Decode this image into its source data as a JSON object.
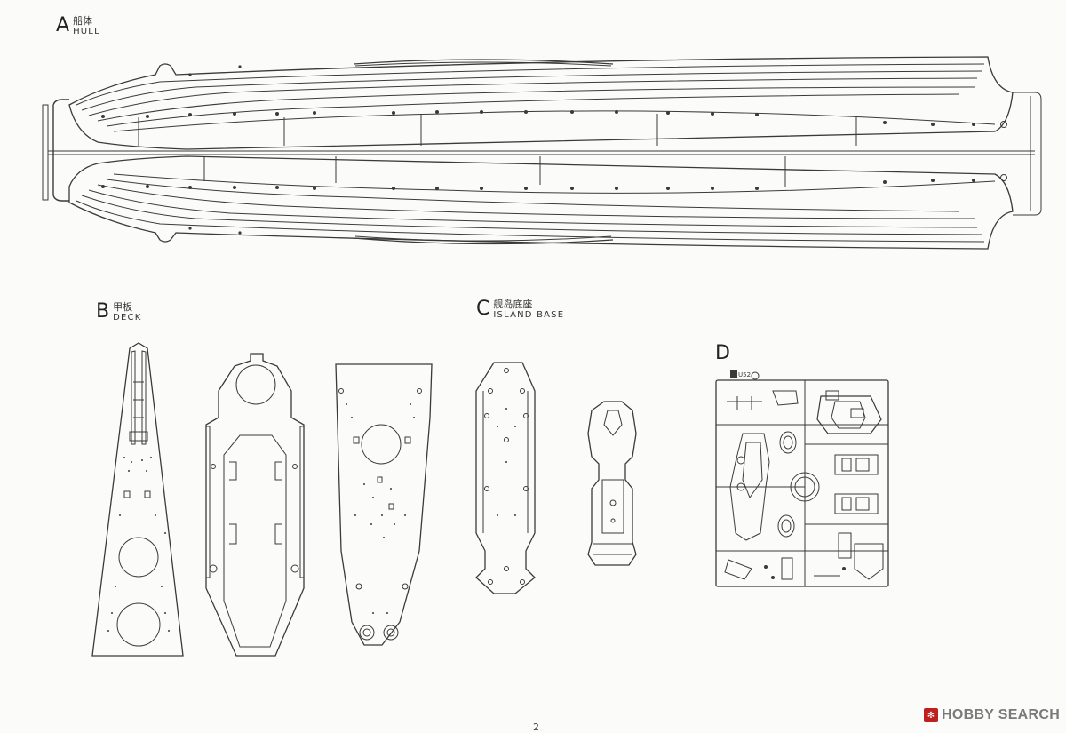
{
  "sections": {
    "hull": {
      "letter": "A",
      "name_cn": "船体",
      "name_en": "HULL"
    },
    "deck": {
      "letter": "B",
      "name_cn": "甲板",
      "name_en": "DECK"
    },
    "island": {
      "letter": "C",
      "name_cn": "舰岛底座",
      "name_en": "ISLAND BASE"
    },
    "parts": {
      "letter": "D"
    }
  },
  "sprue_tag": "U52",
  "page_number": "2",
  "watermark": {
    "brand": "HOBBY SEARCH"
  }
}
